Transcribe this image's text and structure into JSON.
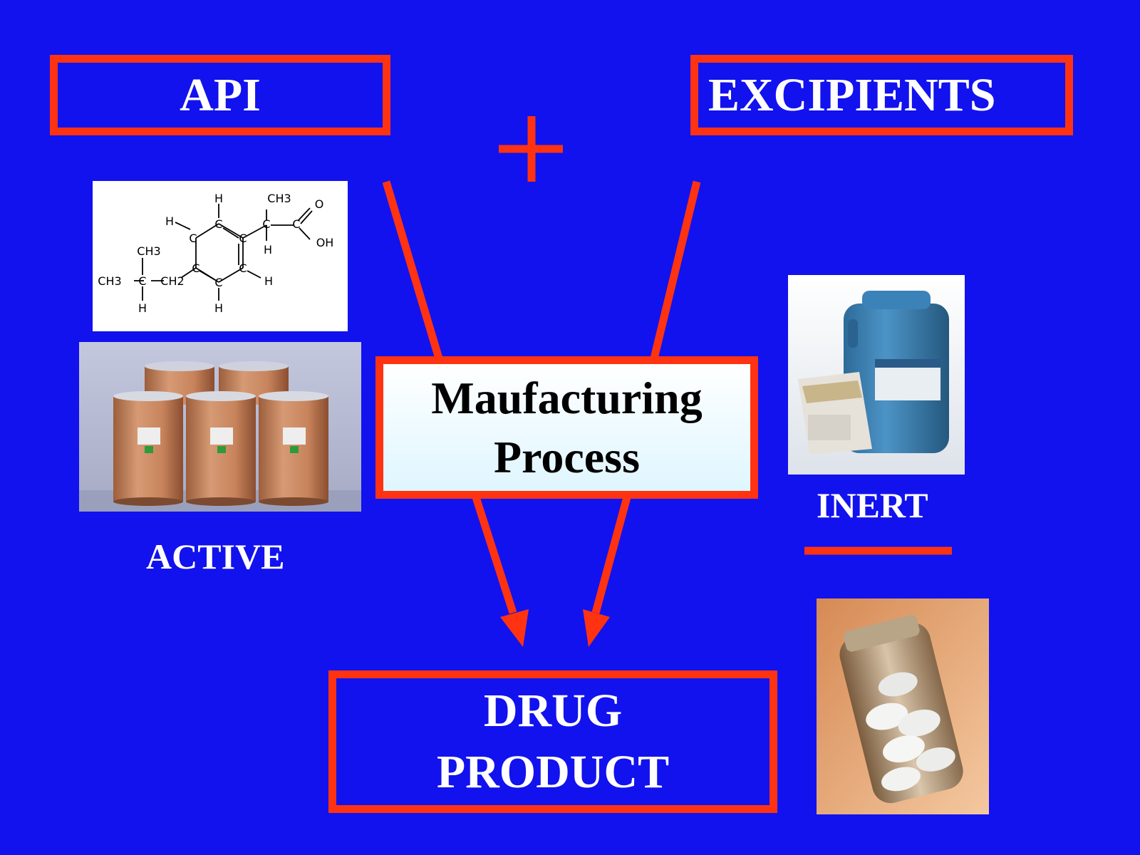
{
  "api": {
    "label": "API"
  },
  "excipients": {
    "label": "EXCIPIENTS"
  },
  "plus": {
    "symbol": "+"
  },
  "process": {
    "line1": "Maufacturing",
    "line2": "Process"
  },
  "product": {
    "line1": "DRUG",
    "line2": "PRODUCT"
  },
  "labels": {
    "active": "ACTIVE",
    "inert": "INERT"
  },
  "molecule": {
    "atoms": [
      "H",
      "CH3",
      "O",
      "H",
      "C",
      "C",
      "C",
      "C",
      "OH",
      "H",
      "CH3",
      "C",
      "C",
      "CH3",
      "C",
      "CH2",
      "C",
      "C",
      "H",
      "H",
      "H"
    ]
  },
  "colors": {
    "background": "#1212ee",
    "accent": "#ff3311",
    "text": "#ffffff",
    "process_text": "#000000"
  }
}
